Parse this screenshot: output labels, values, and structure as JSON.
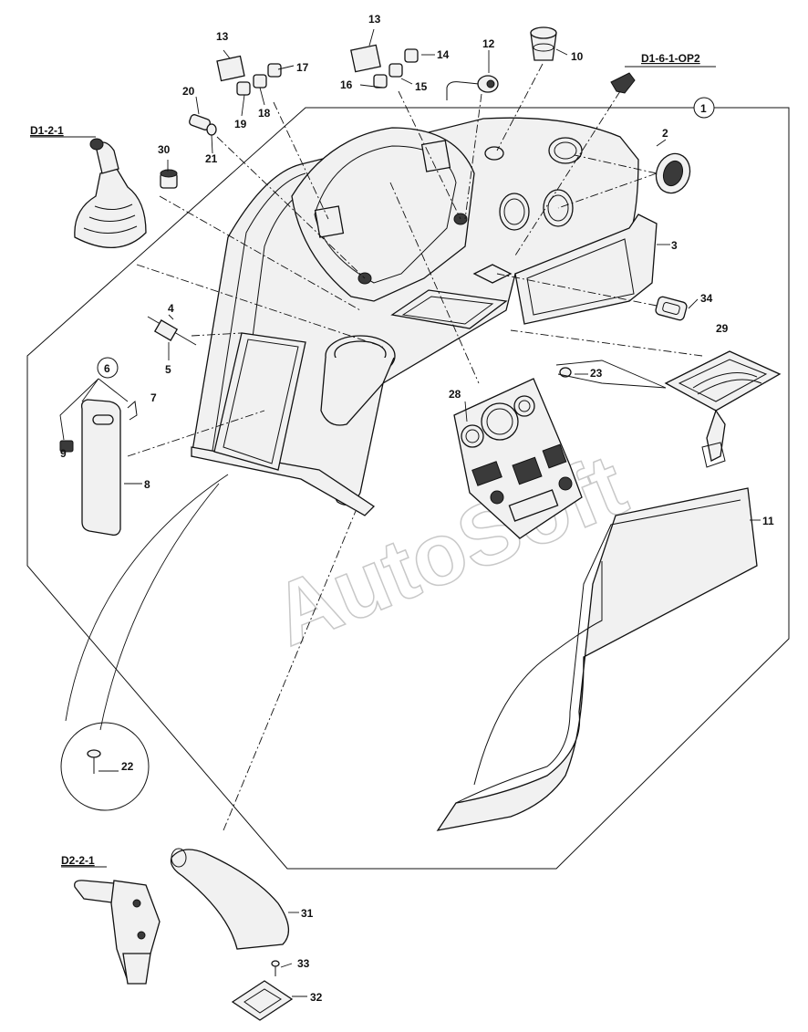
{
  "watermark": "AutoSoft",
  "references": {
    "d1_2_1": "D1-2-1",
    "d1_6_1_op2": "D1-6-1-OP2",
    "d2_2_1": "D2-2-1"
  },
  "callouts": {
    "c1": "1",
    "c2": "2",
    "c3": "3",
    "c4": "4",
    "c5": "5",
    "c6": "6",
    "c7": "7",
    "c8": "8",
    "c9": "9",
    "c10": "10",
    "c11": "11",
    "c12": "12",
    "c13a": "13",
    "c13b": "13",
    "c14": "14",
    "c15": "15",
    "c16": "16",
    "c17": "17",
    "c18": "18",
    "c19": "19",
    "c20": "20",
    "c21": "21",
    "c22": "22",
    "c23": "23",
    "c28": "28",
    "c29": "29",
    "c30": "30",
    "c31": "31",
    "c32": "32",
    "c33": "33",
    "c34": "34"
  }
}
